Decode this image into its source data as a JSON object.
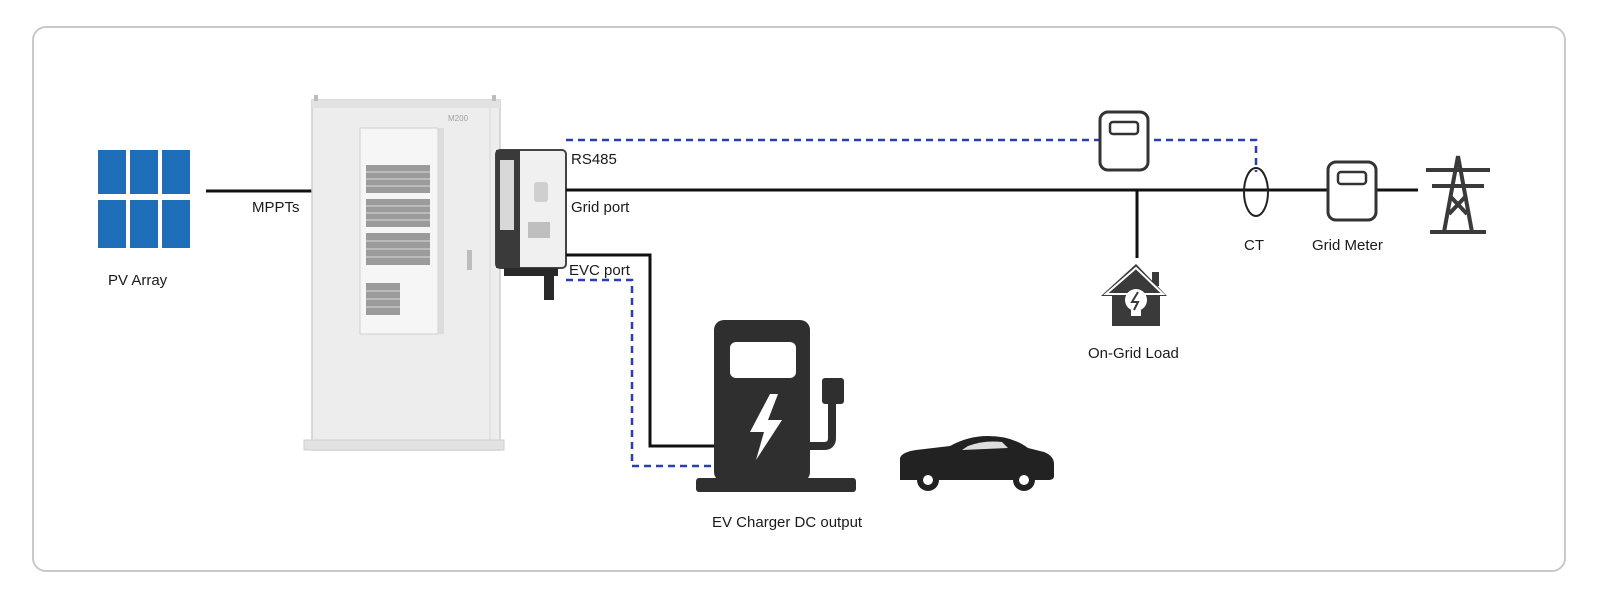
{
  "labels": {
    "pv_array": "PV Array",
    "mppts": "MPPTs",
    "rs485": "RS485",
    "grid_port": "Grid port",
    "evc_port": "EVC port",
    "ct": "CT",
    "grid_meter": "Grid Meter",
    "on_grid_load": "On-Grid Load",
    "ev_charger": "EV Charger DC output",
    "cabinet_brand": "M200"
  },
  "colors": {
    "solar_panel": "#1f6fb8",
    "power_line": "#111111",
    "comm_line": "#2b3fa8",
    "icon_dark": "#3a3a3a",
    "cabinet": "#ececec"
  },
  "icons": [
    "solar-panel-icon",
    "battery-cabinet-icon",
    "inverter-icon",
    "meter-icon",
    "house-icon",
    "ev-charger-icon",
    "car-icon",
    "pylon-icon"
  ]
}
